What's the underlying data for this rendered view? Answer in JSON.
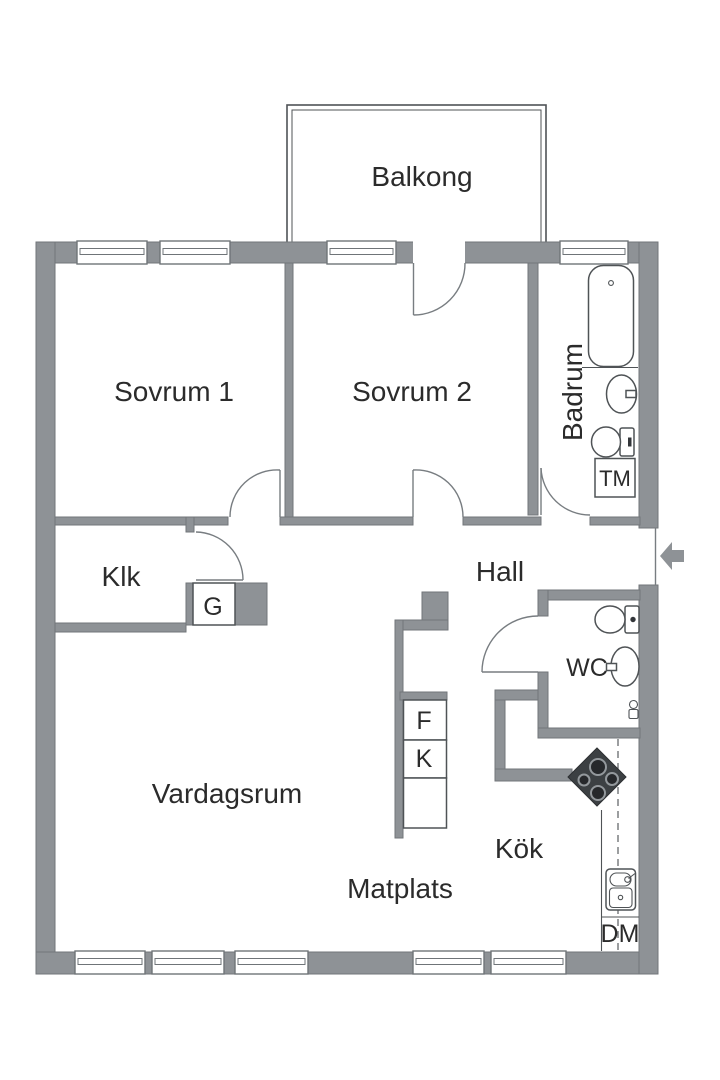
{
  "floorplan": {
    "type": "apartment-floor-plan",
    "labels": {
      "balcony": "Balkong",
      "bedroom1": "Sovrum 1",
      "bedroom2": "Sovrum 2",
      "bathroom": "Badrum",
      "washing_machine": "TM",
      "closet": "Klk",
      "wardrobe": "G",
      "hall": "Hall",
      "wc": "WC",
      "fridge": "F",
      "freezer": "K",
      "living_room": "Vardagsrum",
      "dining": "Matplats",
      "kitchen": "Kök",
      "dishwasher": "DM"
    },
    "colors": {
      "wall": "#8e9296",
      "wallStroke": "#72767a",
      "winStroke": "#6f7478",
      "door": "#787d81",
      "fixture": "#4f5356",
      "stove": "#3c4043",
      "burnerRing": "#93989c",
      "text": "#2b2b2b"
    }
  }
}
